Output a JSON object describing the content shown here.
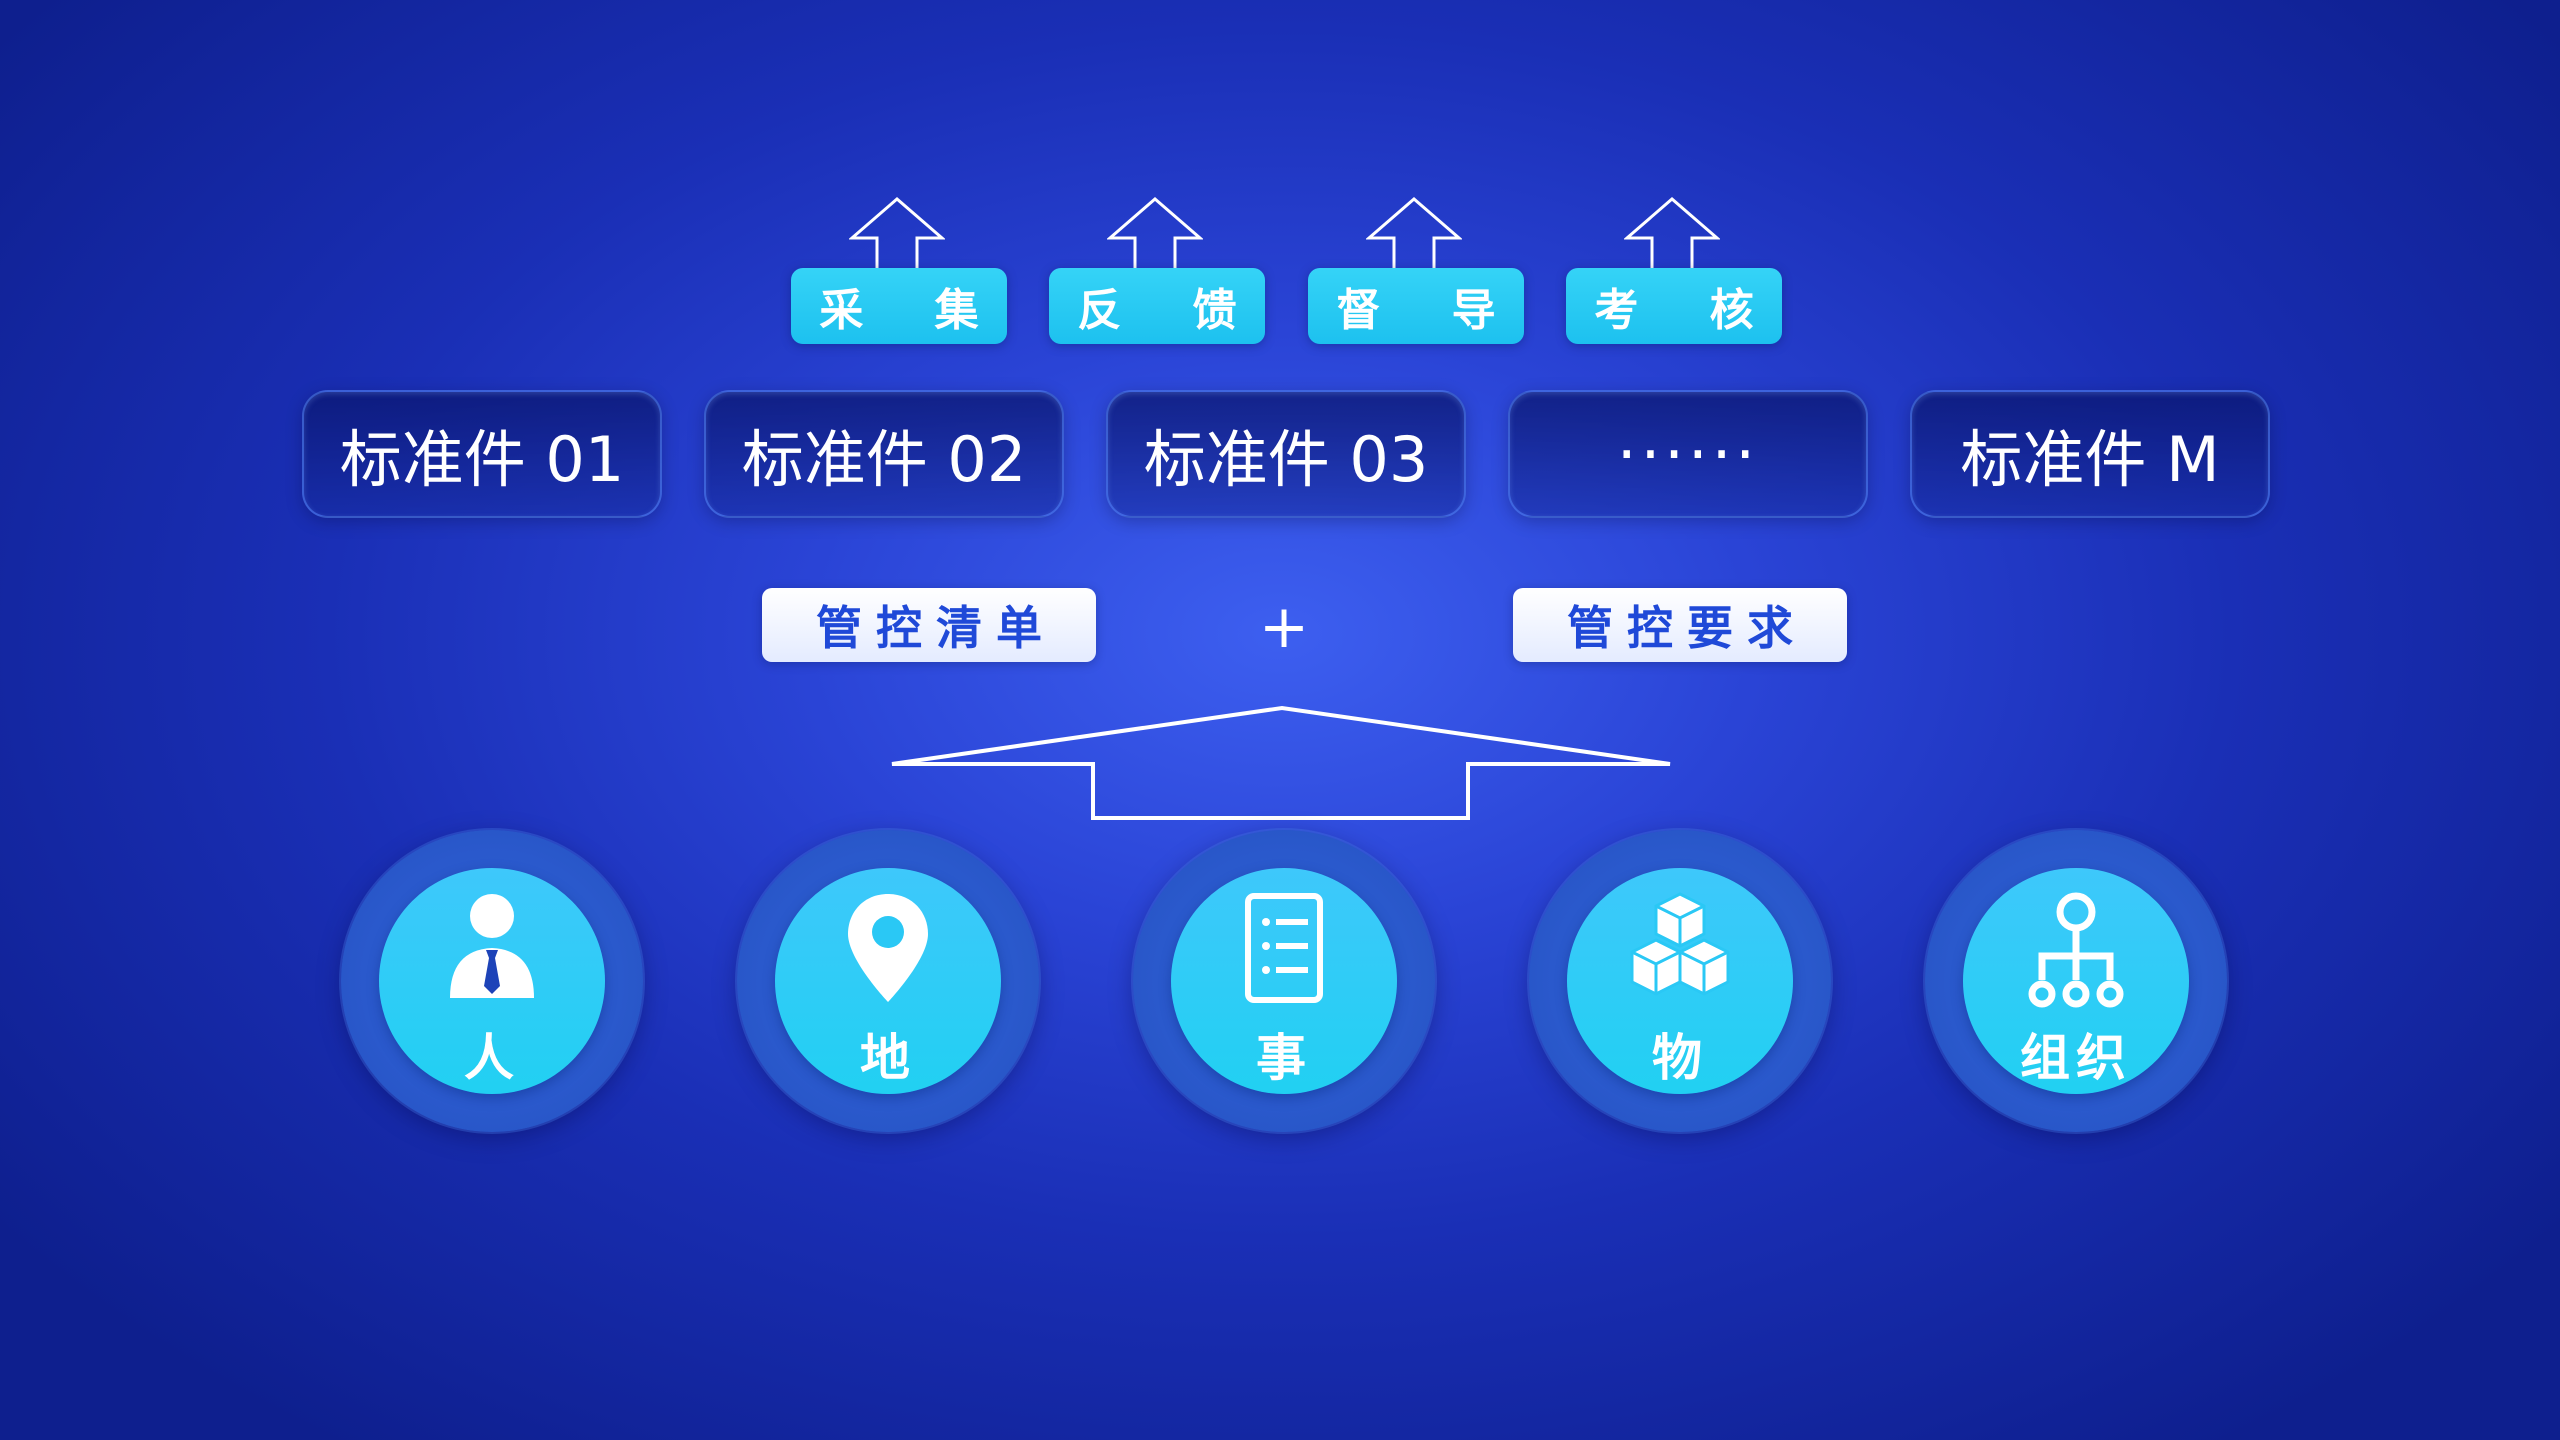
{
  "actions": [
    {
      "label": "采 集"
    },
    {
      "label": "反 馈"
    },
    {
      "label": "督 导"
    },
    {
      "label": "考 核"
    }
  ],
  "standards": [
    {
      "label": "标准件 01"
    },
    {
      "label": "标准件 02"
    },
    {
      "label": "标准件 03"
    },
    {
      "label": "······"
    },
    {
      "label": "标准件 M"
    }
  ],
  "controls": {
    "left": "管控清单",
    "plus": "+",
    "right": "管控要求"
  },
  "elements": [
    {
      "label": "人",
      "icon": "person-tie-icon"
    },
    {
      "label": "地",
      "icon": "location-pin-icon"
    },
    {
      "label": "事",
      "icon": "document-list-icon"
    },
    {
      "label": "物",
      "icon": "cubes-icon"
    },
    {
      "label": "组织",
      "icon": "org-chart-icon"
    }
  ],
  "colors": {
    "background": "#2a44d6",
    "accent_cyan": "#1dc1ef",
    "control_text": "#1f49d8"
  }
}
